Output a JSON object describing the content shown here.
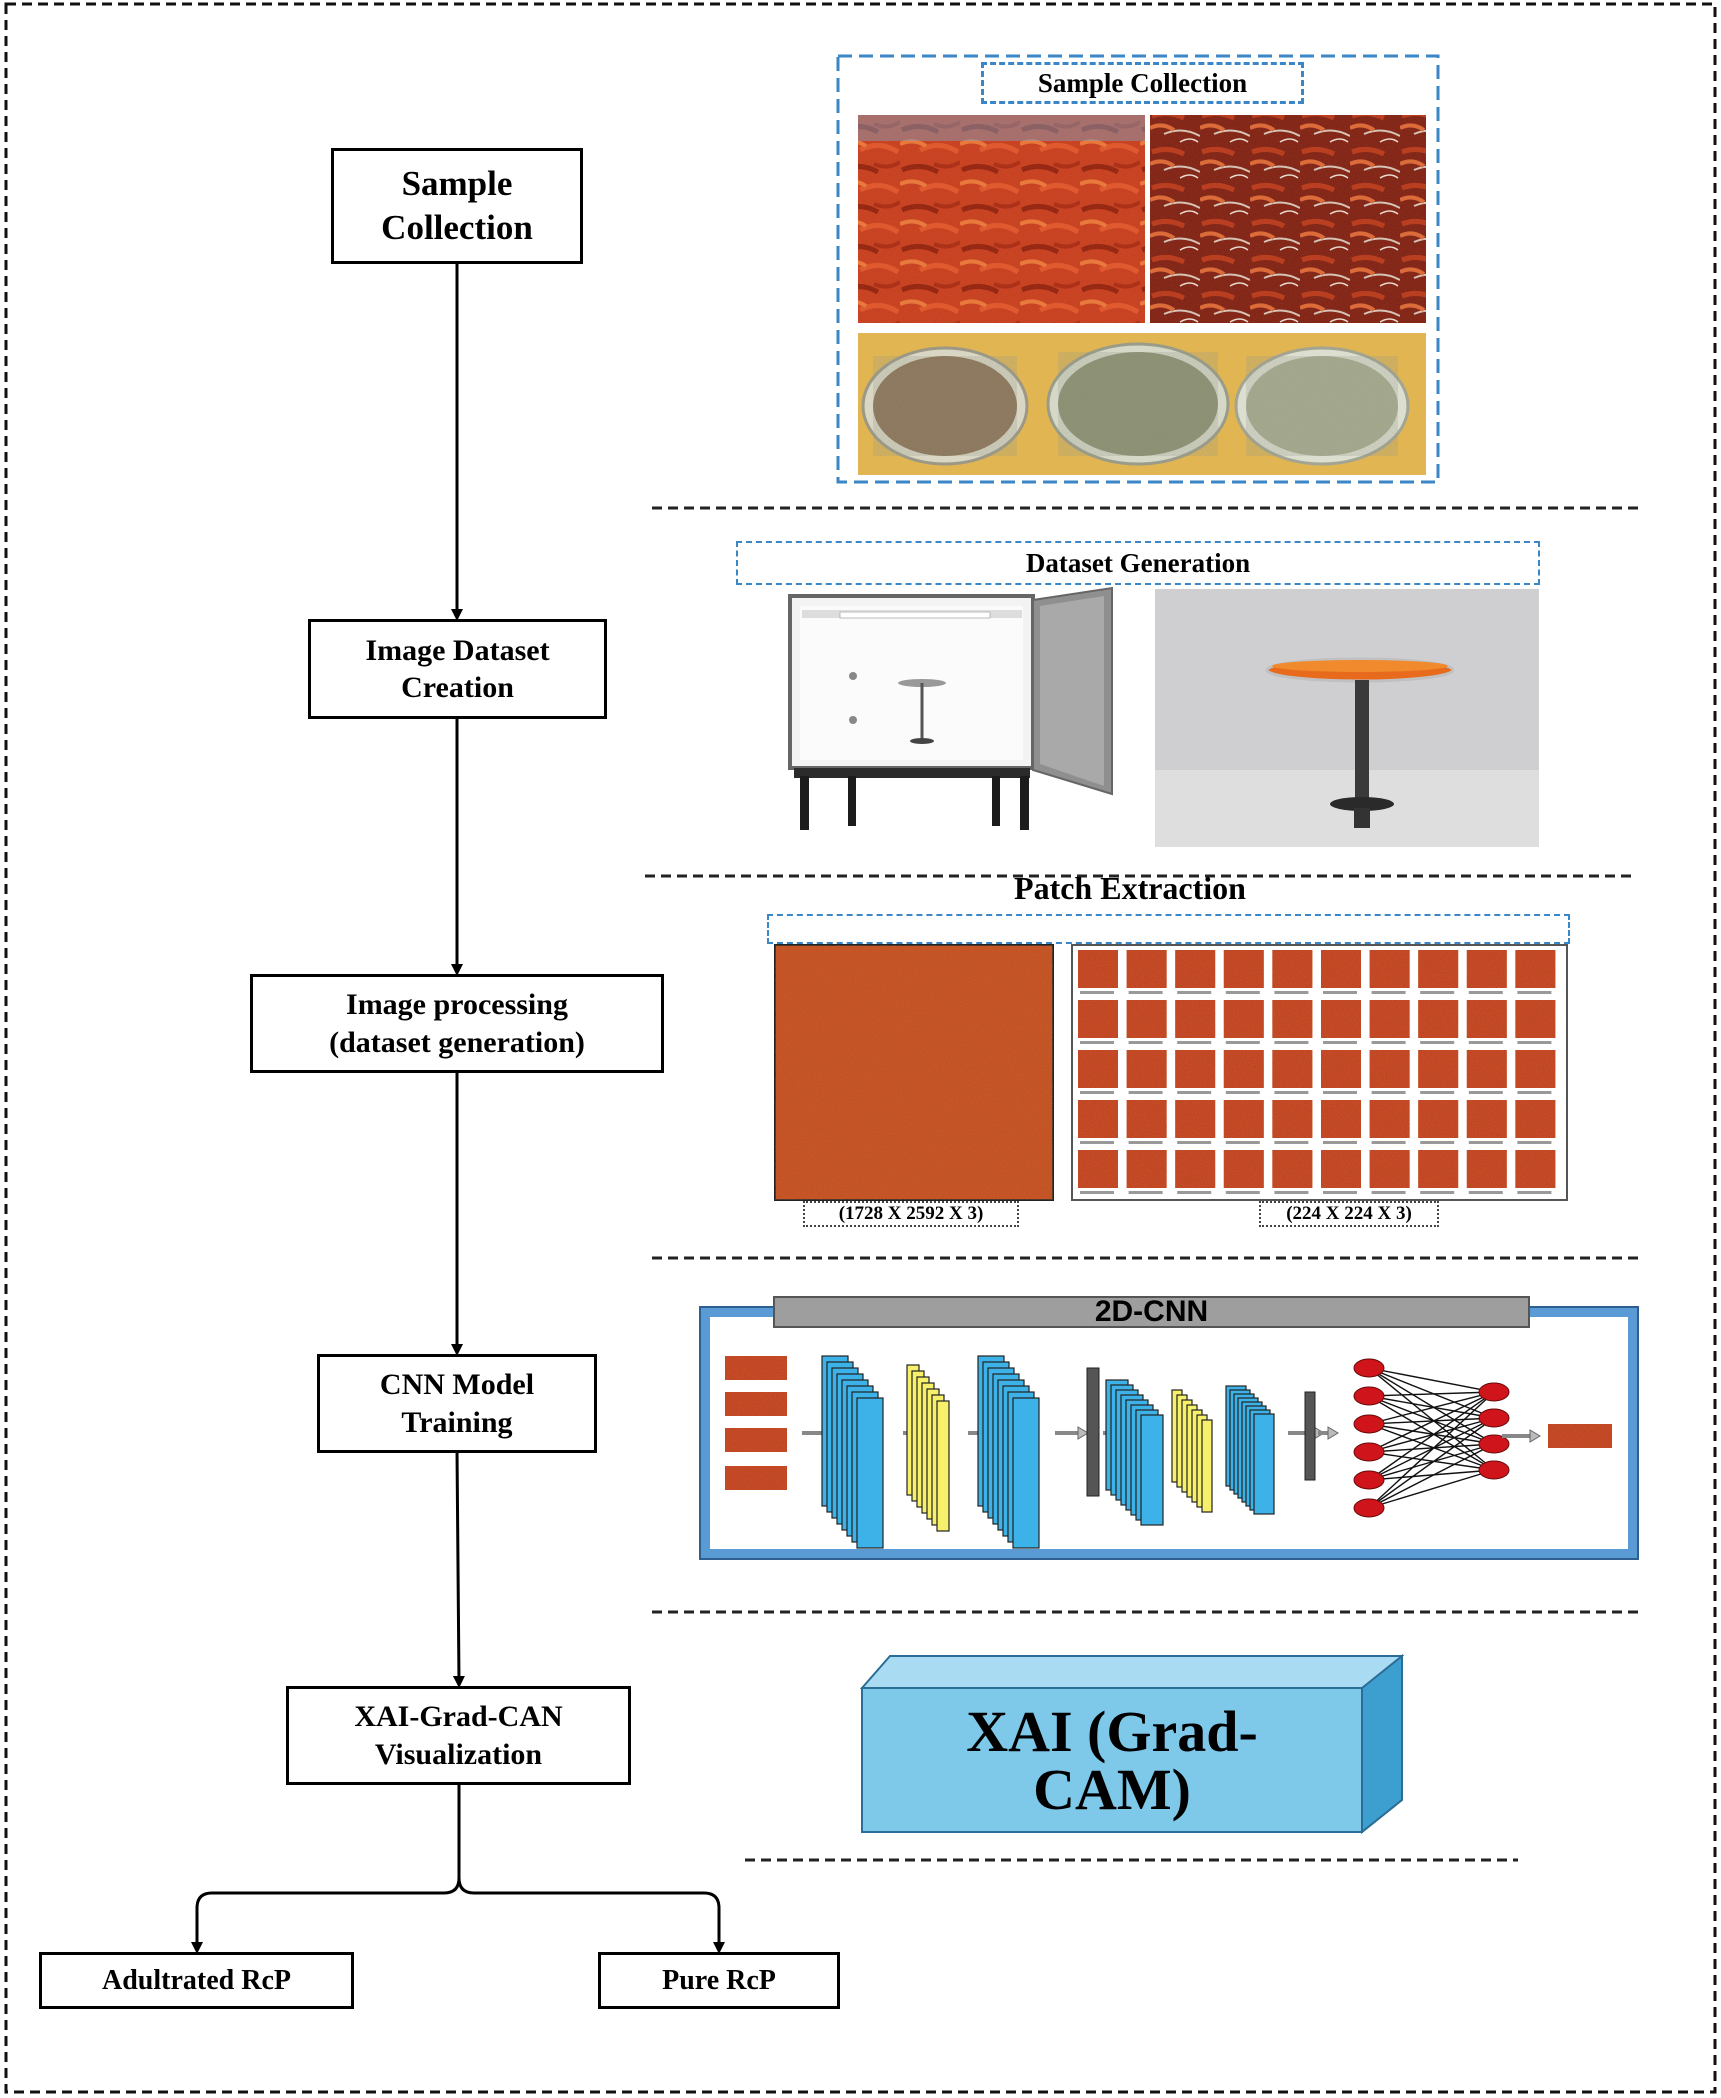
{
  "flow": {
    "steps": [
      {
        "label_line1": "Sample",
        "label_line2": "Collection"
      },
      {
        "label_line1": "Image Dataset",
        "label_line2": "Creation"
      },
      {
        "label_line1": "Image processing",
        "label_line2": "(dataset generation)"
      },
      {
        "label_line1": "CNN Model",
        "label_line2": "Training"
      },
      {
        "label_line1": "XAI-Grad-CAN",
        "label_line2": "Visualization"
      }
    ],
    "outcomes": {
      "left": "Adultrated RcP",
      "right": "Pure RcP"
    }
  },
  "panels": {
    "sample_collection": {
      "title": "Sample Collection"
    },
    "dataset_generation": {
      "title": "Dataset Generation"
    },
    "patch_extraction": {
      "title": "Patch Extraction",
      "full_image_size": "(1728 X 2592 X 3)",
      "patch_size": "(224 X 224 X 3)"
    },
    "cnn": {
      "title": "2D-CNN"
    },
    "xai": {
      "label_line1": "XAI (Grad-",
      "label_line2": "CAM)"
    }
  },
  "colors": {
    "dashed_blue": "#3a86c6",
    "cnn_frame_blue": "#5b9bd5",
    "conv_blue": "#3db2e8",
    "pool_yellow": "#f6f06a",
    "neuron_red": "#d0141c",
    "xai_box": "#7ec8ea",
    "chili_red": "#c2381b"
  }
}
